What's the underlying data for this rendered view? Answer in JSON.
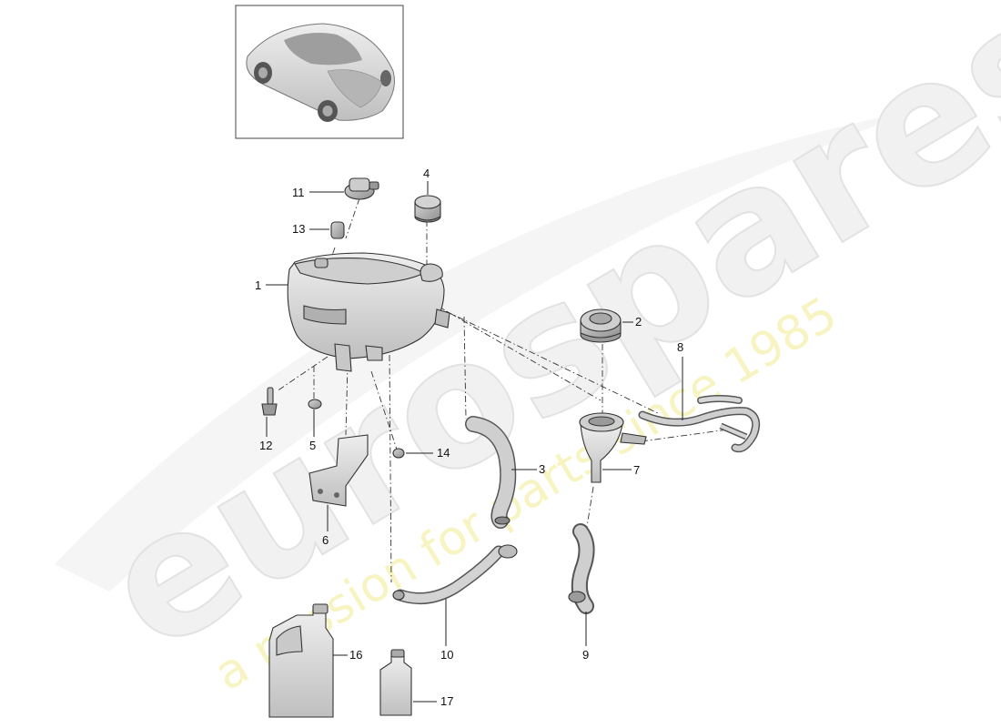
{
  "watermark": {
    "logo": "eurospares",
    "tagline": "a passion for parts since 1985"
  },
  "callouts": [
    {
      "id": "1",
      "label": "1"
    },
    {
      "id": "2",
      "label": "2"
    },
    {
      "id": "3",
      "label": "3"
    },
    {
      "id": "4",
      "label": "4"
    },
    {
      "id": "5",
      "label": "5"
    },
    {
      "id": "6",
      "label": "6"
    },
    {
      "id": "7",
      "label": "7"
    },
    {
      "id": "8",
      "label": "8"
    },
    {
      "id": "9",
      "label": "9"
    },
    {
      "id": "10",
      "label": "10"
    },
    {
      "id": "11",
      "label": "11"
    },
    {
      "id": "12",
      "label": "12"
    },
    {
      "id": "13",
      "label": "13"
    },
    {
      "id": "14",
      "label": "14"
    },
    {
      "id": "16",
      "label": "16"
    },
    {
      "id": "17",
      "label": "17"
    }
  ],
  "colors": {
    "part_fill": "#d9d9d9",
    "part_shade": "#bdbdbd",
    "watermark_logo": "#efefef",
    "watermark_tag": "#f6f3b8"
  }
}
